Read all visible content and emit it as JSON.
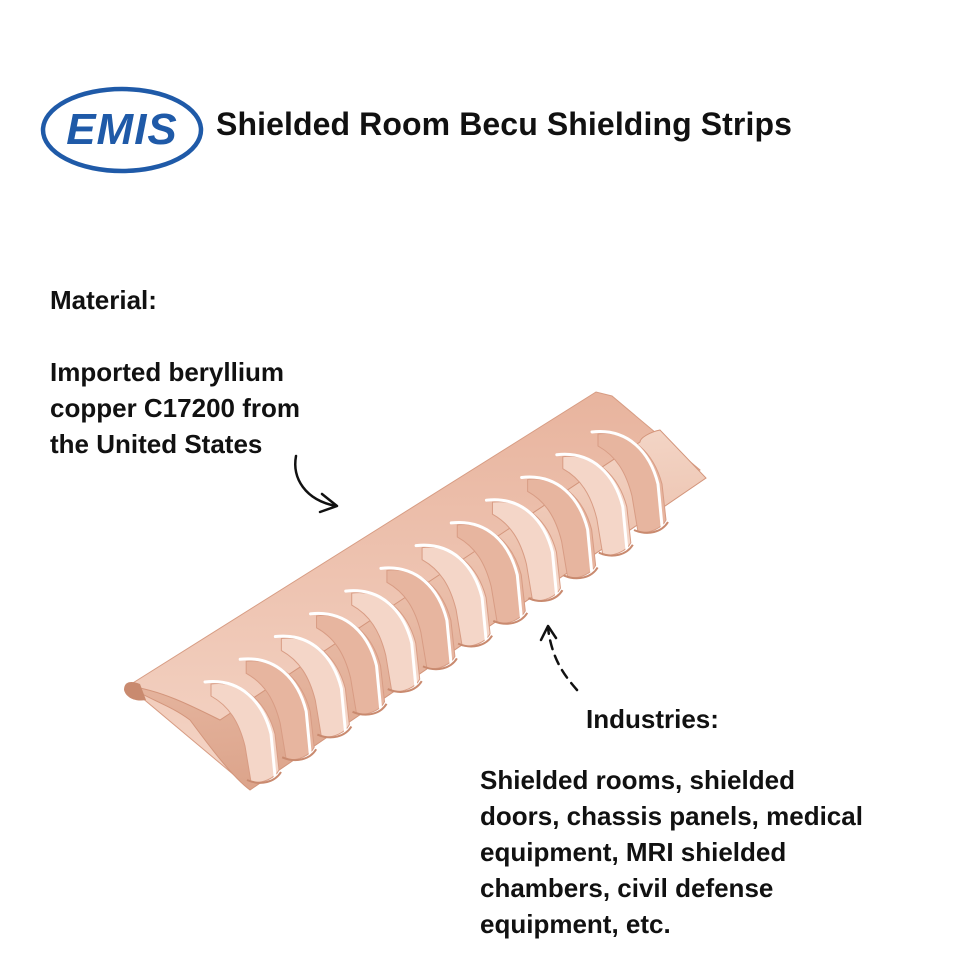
{
  "brand": {
    "logo_text": "EMIS",
    "logo_color": "#1f5aa8"
  },
  "header": {
    "title": "Shielded Room Becu Shielding Strips"
  },
  "material": {
    "heading": "Material:",
    "lines": [
      "Imported beryllium",
      "copper C17200 from",
      "the United States"
    ]
  },
  "industries": {
    "heading": "Industries:",
    "lines": [
      "Shielded rooms, shielded",
      "doors, chassis panels, medical",
      "equipment, MRI shielded",
      "chambers, civil defense",
      "equipment, etc."
    ]
  },
  "product": {
    "name": "beryllium-copper-shielding-strip",
    "finger_count": 12,
    "colors": {
      "light": "#f4d6c8",
      "mid": "#e7b59f",
      "dark": "#d89c84",
      "edge": "#c98a6f"
    }
  }
}
